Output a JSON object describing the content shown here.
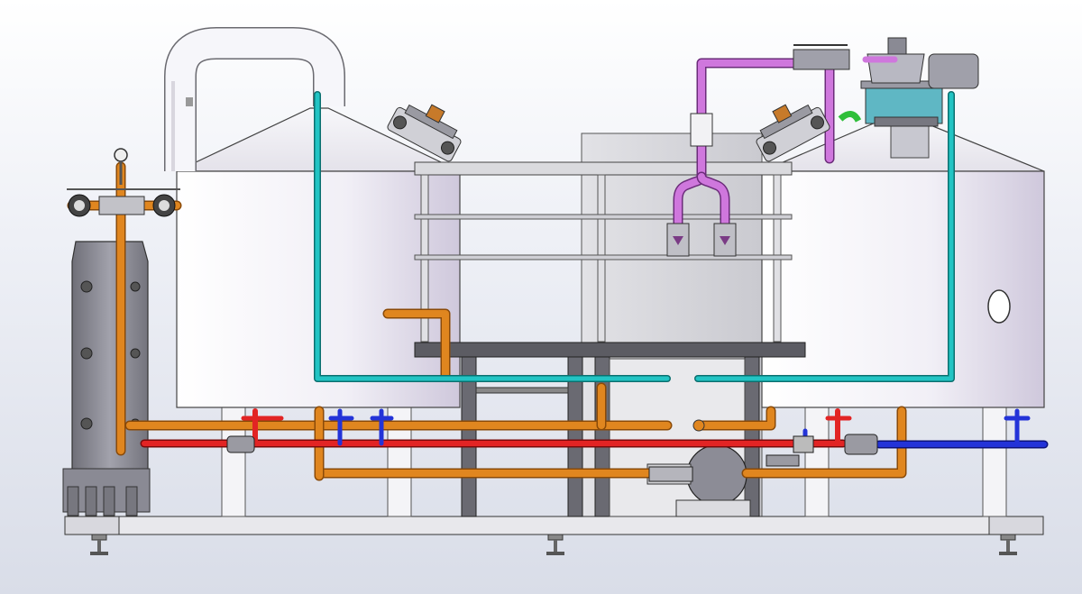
{
  "colors": {
    "background_top": "#ffffff",
    "background_bottom": "#d9dde8",
    "tank_body": "#f3f2f7",
    "tank_shadow": "#c9c4d6",
    "steel": "#9a9aa2",
    "steel_dark": "#5e5e66",
    "pipe_orange": "#d67b1c",
    "pipe_red": "#d62020",
    "pipe_blue": "#1f2fc9",
    "pipe_cyan": "#1ab5b5",
    "pipe_magenta": "#c76ad6",
    "pipe_green": "#2fbf3a",
    "heat_exchanger": "#8c8c96",
    "motor": "#5ab0c0"
  },
  "components": {
    "tank_left": "mash-lauter-tank",
    "tank_right": "kettle-whirlpool-tank",
    "heat_exchanger": "plate-heat-exchanger",
    "pump": "transfer-pump",
    "platform": "operating-platform",
    "base_frame": "skid-base-frame"
  },
  "icons": {
    "valve": "butterfly-valve-icon",
    "sight_glass": "sight-glass-icon",
    "manway": "manway-icon",
    "motor": "agitator-motor-icon"
  }
}
